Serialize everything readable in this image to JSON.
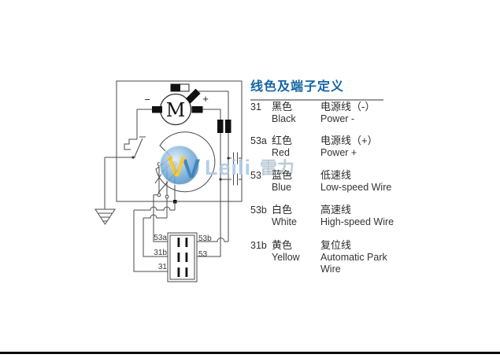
{
  "legend": {
    "title": "线色及端子定义",
    "accent_color": "#1465a4",
    "rows": [
      {
        "id": "31",
        "color_cn": "黑色",
        "color_en": "Black",
        "desc_cn": "电源线（-）",
        "desc_en": "Power -"
      },
      {
        "id": "53a",
        "color_cn": "红色",
        "color_en": "Red",
        "desc_cn": "电源线（+）",
        "desc_en": "Power +"
      },
      {
        "id": "53",
        "color_cn": "蓝色",
        "color_en": "Blue",
        "desc_cn": "低速线",
        "desc_en": "Low-speed Wire"
      },
      {
        "id": "53b",
        "color_cn": "白色",
        "color_en": "White",
        "desc_cn": "高速线",
        "desc_en": "High-speed Wire"
      },
      {
        "id": "31b",
        "color_cn": "黄色",
        "color_en": "Yellow",
        "desc_cn": "复位线",
        "desc_en": "Automatic Park Wire"
      }
    ]
  },
  "diagram": {
    "motor_label": "M",
    "minus_label": "−",
    "plus_label": "+",
    "wire_color": "#4a4a4a",
    "connector": {
      "left_labels": [
        "53a",
        "31b",
        "31"
      ],
      "right_labels": [
        "53b",
        "53"
      ]
    }
  },
  "watermark": {
    "logo_letter": "V",
    "brand_latin": "Leili",
    "brand_cn": "雷力",
    "logo_blue": "#1e6cae",
    "logo_yellow": "#f2c21e",
    "text_color": "#a9c6e0"
  }
}
